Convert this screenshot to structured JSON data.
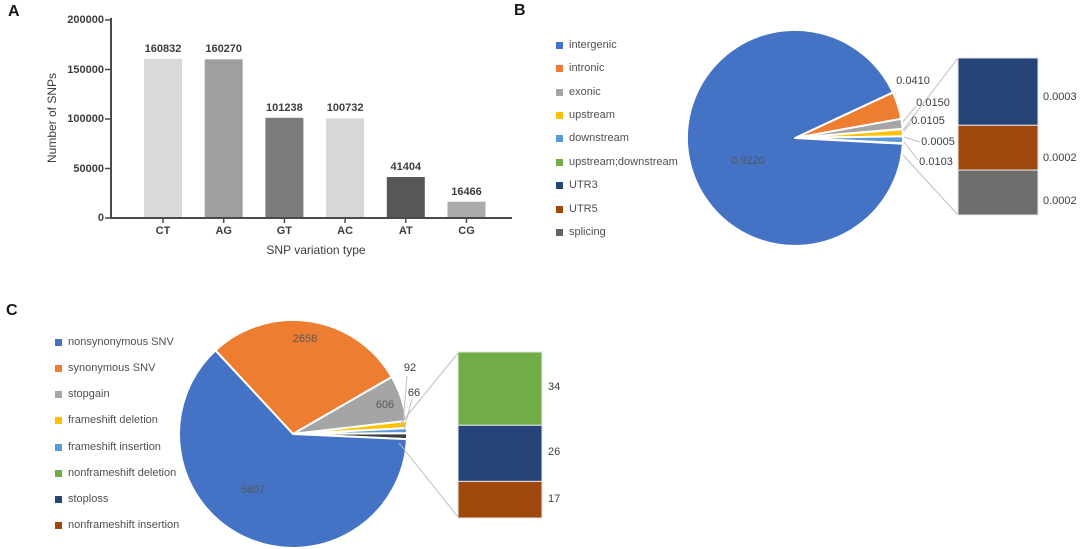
{
  "panel_a": {
    "label": "A"
  },
  "panel_b": {
    "label": "B"
  },
  "panel_c": {
    "label": "C"
  },
  "chart_data": [
    {
      "id": "snp_variation_bar",
      "type": "bar",
      "title": "",
      "xlabel": "SNP variation type",
      "ylabel": "Number of SNPs",
      "categories": [
        "CT",
        "AG",
        "GT",
        "AC",
        "AT",
        "CG"
      ],
      "values": [
        160832,
        160270,
        101238,
        100732,
        41404,
        16466
      ],
      "colors": [
        "#d9d9d9",
        "#9f9f9f",
        "#7b7b7b",
        "#d7d7d7",
        "#575757",
        "#ababab"
      ],
      "ylim": [
        0,
        200000
      ],
      "yticks": [
        0,
        50000,
        100000,
        150000,
        200000
      ],
      "grid": false,
      "legend_position": "none"
    },
    {
      "id": "snp_annotation_pie",
      "type": "pie",
      "title": "",
      "legend_position": "left",
      "start_angle": 65,
      "legend": [
        {
          "label": "intergenic",
          "color": "#4472C4"
        },
        {
          "label": "intronic",
          "color": "#ED7D31"
        },
        {
          "label": "exonic",
          "color": "#A5A5A5"
        },
        {
          "label": "upstream",
          "color": "#FFC000"
        },
        {
          "label": "downstream",
          "color": "#5B9BD5"
        },
        {
          "label": "upstream;downstream",
          "color": "#70AD47"
        },
        {
          "label": "UTR3",
          "color": "#264478"
        },
        {
          "label": "UTR5",
          "color": "#9E480E"
        },
        {
          "label": "splicing",
          "color": "#636363"
        }
      ],
      "slices": [
        {
          "name": "intronic",
          "value": 0.041,
          "color": "#ED7D31",
          "label": "0.0410"
        },
        {
          "name": "exonic",
          "value": 0.015,
          "color": "#A5A5A5",
          "label": "0.0150"
        },
        {
          "name": "upstream;downstream",
          "value": 0.0005,
          "color": "#70AD47",
          "label": "0.0005"
        },
        {
          "name": "upstream",
          "value": 0.0105,
          "color": "#FFC000",
          "label": "0.0105"
        },
        {
          "name": "downstream",
          "value": 0.0103,
          "color": "#5B9BD5",
          "label": "0.0103"
        },
        {
          "name": "other",
          "value": 0.0007,
          "color": "#404040"
        },
        {
          "name": "intergenic",
          "value": 0.922,
          "color": "#4472C4",
          "label": "0.9220"
        }
      ],
      "slice_draw_note": "labels read top to bottom beside pie: 0.0410, 0.0150, 0.0105, 0.0005, 0.0103",
      "breakout": [
        {
          "name": "UTR3",
          "value": 0.0003,
          "color": "#264478",
          "label": "0.0003"
        },
        {
          "name": "UTR5",
          "value": 0.0002,
          "color": "#9E480E",
          "label": "0.0002"
        },
        {
          "name": "splicing",
          "value": 0.0002,
          "color": "#6e6e6e",
          "label": "0.0002"
        }
      ]
    },
    {
      "id": "exonic_variant_pie",
      "type": "pie",
      "title": "",
      "legend_position": "left",
      "start_angle": 317.2,
      "legend": [
        {
          "label": "nonsynonymous SNV",
          "color": "#4472C4"
        },
        {
          "label": "synonymous SNV",
          "color": "#ED7D31"
        },
        {
          "label": "stopgain",
          "color": "#A5A5A5"
        },
        {
          "label": "frameshift deletion",
          "color": "#FFC000"
        },
        {
          "label": "frameshift insertion",
          "color": "#5B9BD5"
        },
        {
          "label": "nonframeshift deletion",
          "color": "#70AD47"
        },
        {
          "label": "stoploss",
          "color": "#264478"
        },
        {
          "label": "nonframeshift insertion",
          "color": "#9E480E"
        }
      ],
      "slices": [
        {
          "name": "synonymous SNV",
          "value": 2658,
          "color": "#ED7D31",
          "label": "2658"
        },
        {
          "name": "stopgain",
          "value": 606,
          "color": "#A5A5A5",
          "label": "606"
        },
        {
          "name": "frameshift deletion",
          "value": 92,
          "color": "#FFC000",
          "label": "92"
        },
        {
          "name": "frameshift insertion",
          "value": 66,
          "color": "#5B9BD5",
          "label": "66"
        },
        {
          "name": "other",
          "value": 77,
          "color": "#404040"
        },
        {
          "name": "nonsynonymous SNV",
          "value": 5807,
          "color": "#4472C4",
          "label": "5807"
        }
      ],
      "breakout": [
        {
          "name": "nonframeshift deletion",
          "value": 34,
          "color": "#70AD47",
          "label": "34"
        },
        {
          "name": "stoploss",
          "value": 26,
          "color": "#264478",
          "label": "26"
        },
        {
          "name": "nonframeshift insertion",
          "value": 17,
          "color": "#9E480E",
          "label": "17"
        }
      ]
    }
  ]
}
